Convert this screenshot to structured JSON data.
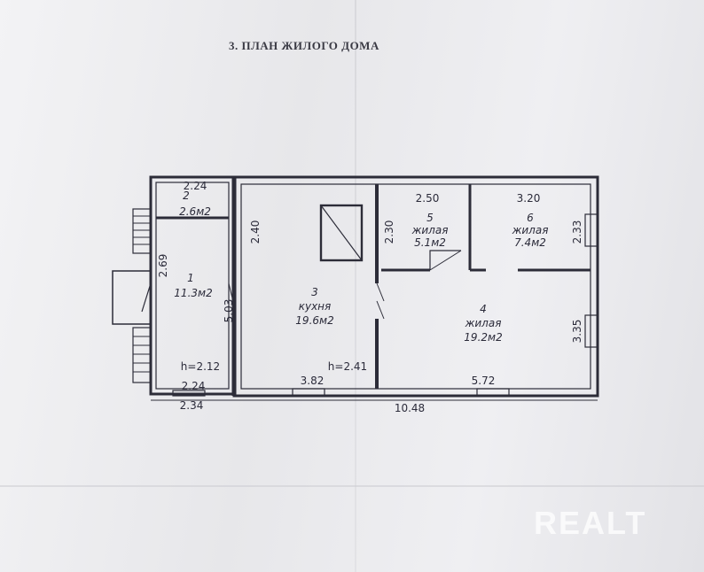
{
  "document": {
    "title": "3. ПЛАН ЖИЛОГО ДОМА",
    "watermark": "REALT"
  },
  "plan": {
    "rooms": [
      {
        "number": "1",
        "name": "",
        "area": "11.3м2"
      },
      {
        "number": "2",
        "name": "",
        "area": "2.6м2"
      },
      {
        "number": "3",
        "name": "кухня",
        "area": "19.6м2"
      },
      {
        "number": "4",
        "name": "жилая",
        "area": "19.2м2"
      },
      {
        "number": "5",
        "name": "жилая",
        "area": "5.1м2"
      },
      {
        "number": "6",
        "name": "жилая",
        "area": "7.4м2"
      }
    ],
    "dimensions": {
      "room2_width": "2.24",
      "room2_depth": "2.40",
      "room1_side": "2.69",
      "room1_depth": "5.03",
      "room1_bottom": "2.24",
      "annex_total": "2.34",
      "room5_width": "2.50",
      "room5_depth": "2.30",
      "room6_width": "3.20",
      "room6_depth": "2.33",
      "room4_depth": "3.35",
      "kitchen_width": "3.82",
      "room4_width": "5.72",
      "total_length": "10.48"
    },
    "heights": {
      "annex": "h=2.12",
      "main": "h=2.41"
    }
  }
}
